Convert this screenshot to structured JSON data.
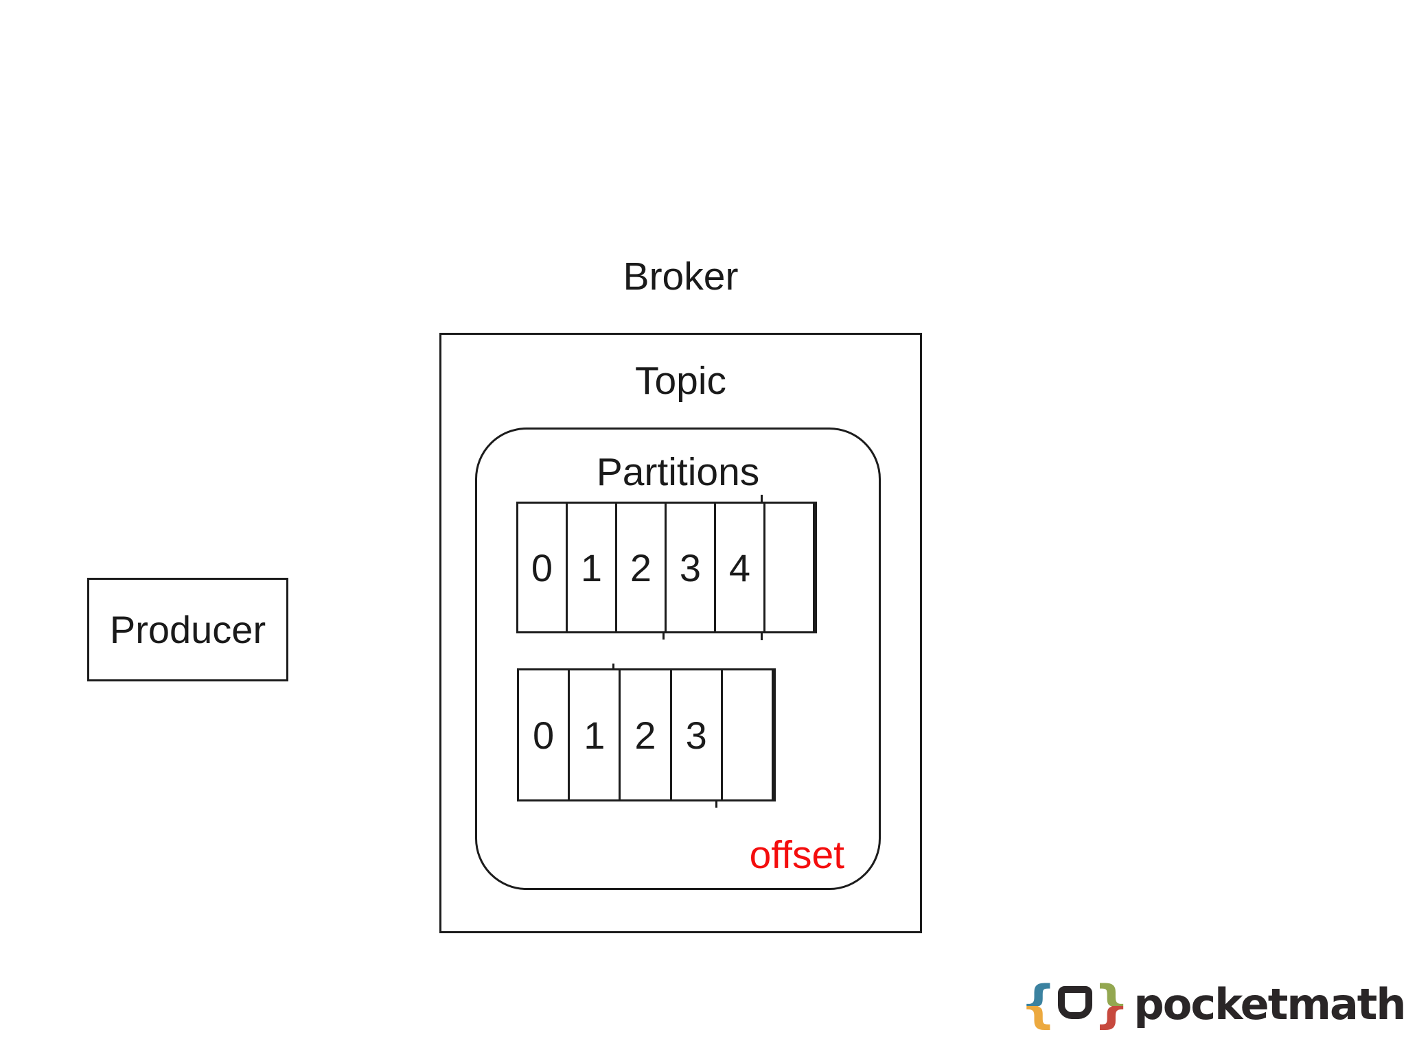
{
  "content": {
    "producer": {
      "label": "Producer"
    },
    "broker": {
      "label": "Broker",
      "topic_label": "Topic",
      "partitions_label": "Partitions",
      "rows": [
        {
          "name": "partition-row-1",
          "cells": [
            "0",
            "1",
            "2",
            "3",
            "4",
            ""
          ]
        },
        {
          "name": "partition-row-2",
          "cells": [
            "0",
            "1",
            "2",
            "3",
            ""
          ]
        }
      ],
      "offset_label": "offset"
    },
    "logo": {
      "brace_left": "{",
      "brace_right": "}",
      "text": "pocketmath"
    }
  },
  "colors": {
    "line": "#1c1c1c",
    "offset-red": "#f40d0d",
    "logo-text": "#2a2627",
    "logo-blue": "#3b82a0",
    "logo-yellow": "#eca93f",
    "logo-green": "#93a750",
    "logo-red": "#c7493e"
  }
}
